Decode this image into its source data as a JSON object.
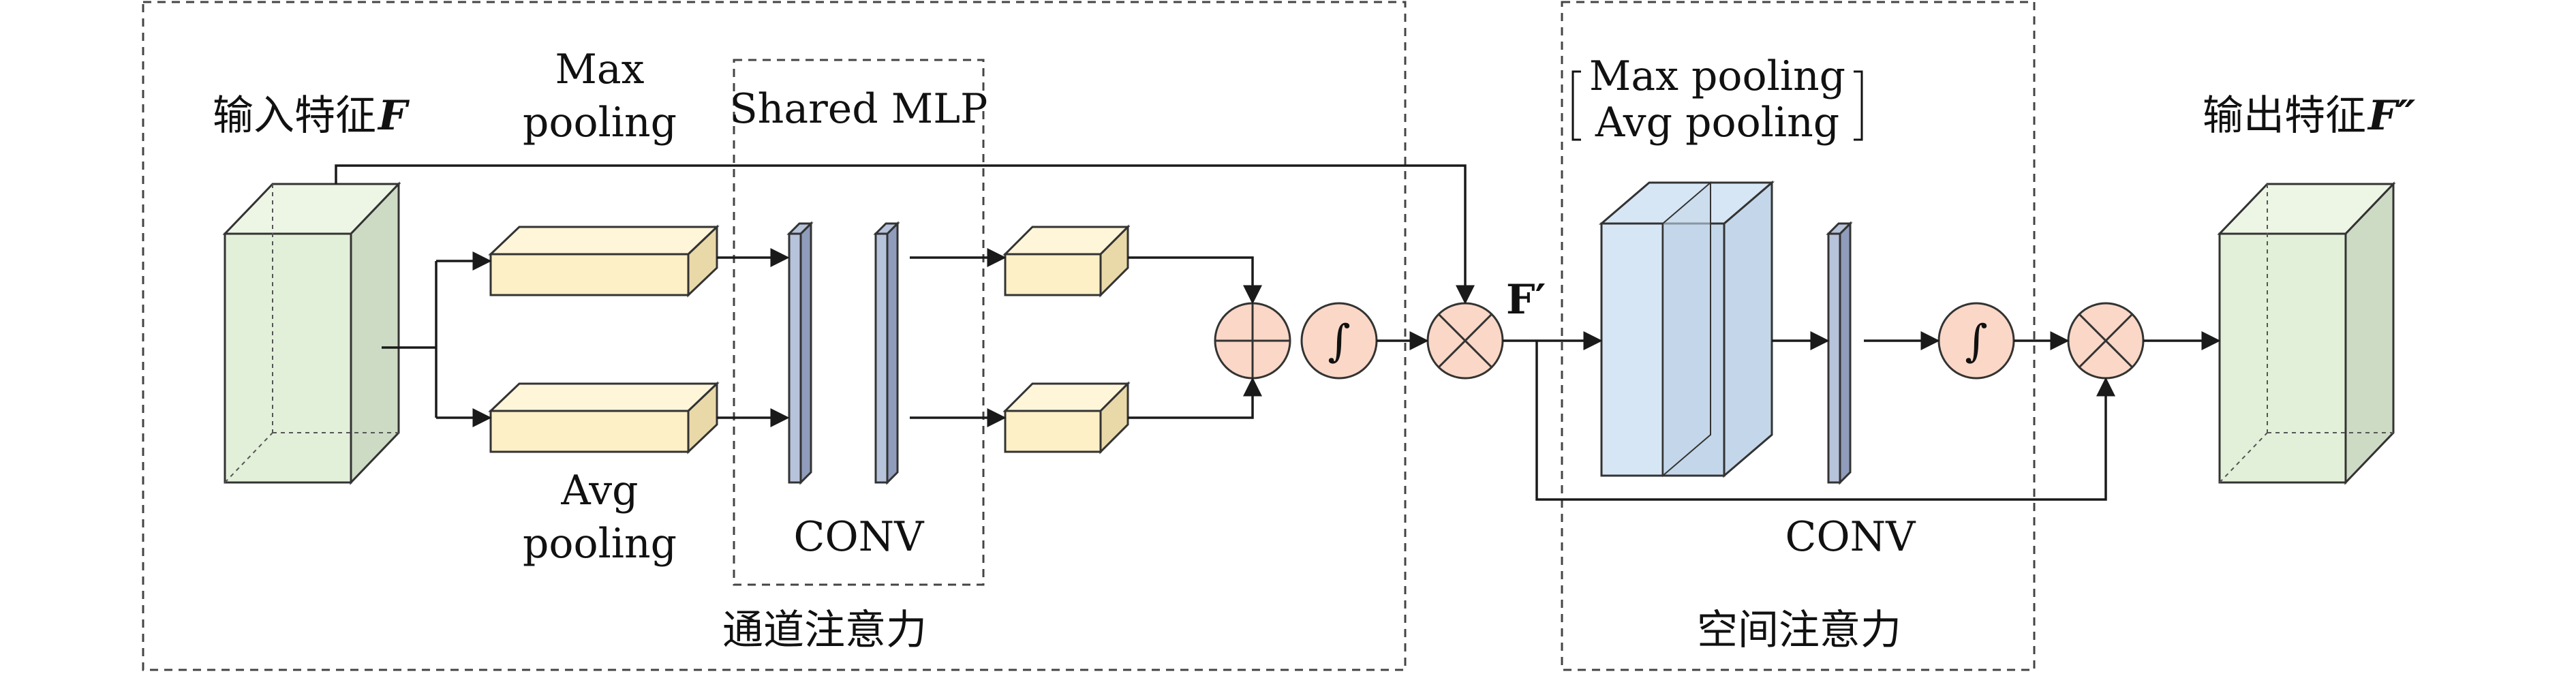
{
  "colors": {
    "green_front": "#e3f0d9",
    "green_side": "#cddbc4",
    "green_top": "#edf6e5",
    "yellow_front": "#fdf0c6",
    "yellow_side": "#ead9a8",
    "yellow_top": "#fff6da",
    "slab_blue": "#b7c3db",
    "slab_blue_side": "#8f9cbb",
    "stack_light": "#d6e6f5",
    "stack_mid": "#c4d7ea",
    "circle_fill": "#fad7c6",
    "stroke": "#333333"
  },
  "labels": {
    "input_feature": "输入特征",
    "input_symbol": "F",
    "output_feature": "输出特征",
    "output_symbol": "F″",
    "max_pooling_line1": "Max",
    "max_pooling_line2": "pooling",
    "avg_pooling_line1": "Avg",
    "avg_pooling_line2": "pooling",
    "shared_mlp": "Shared MLP",
    "conv_channel": "CONV",
    "conv_spatial": "CONV",
    "concat_top": "Max pooling",
    "concat_bottom": "Avg pooling",
    "f_prime": "F′",
    "channel_attention": "通道注意力",
    "spatial_attention": "空间注意力",
    "sigmoid_symbol": "∫"
  },
  "icons": {
    "add_op": "circle-plus-icon",
    "multiply_op": "circle-times-icon",
    "sigmoid_op": "integral-icon"
  }
}
